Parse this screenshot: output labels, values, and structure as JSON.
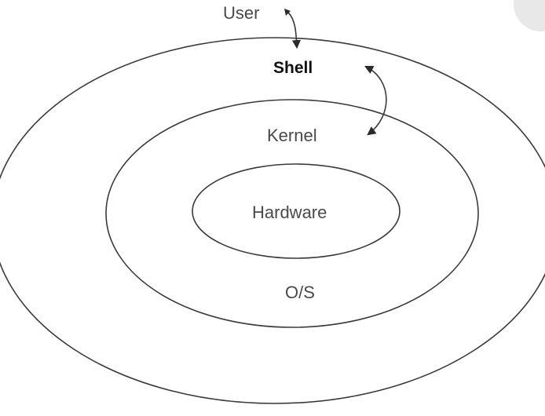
{
  "diagram": {
    "labels": {
      "user": "User",
      "shell": "Shell",
      "kernel": "Kernel",
      "hardware": "Hardware",
      "os": "O/S"
    },
    "colors": {
      "stroke": "#3a3a3a",
      "text": "#4a4a4a",
      "emphasis": "#111111",
      "background": "#ffffff"
    },
    "layers": [
      "Shell",
      "Kernel",
      "Hardware"
    ],
    "icons": [
      "user-to-shell-arrow-icon",
      "shell-kernel-double-arrow-icon"
    ]
  }
}
